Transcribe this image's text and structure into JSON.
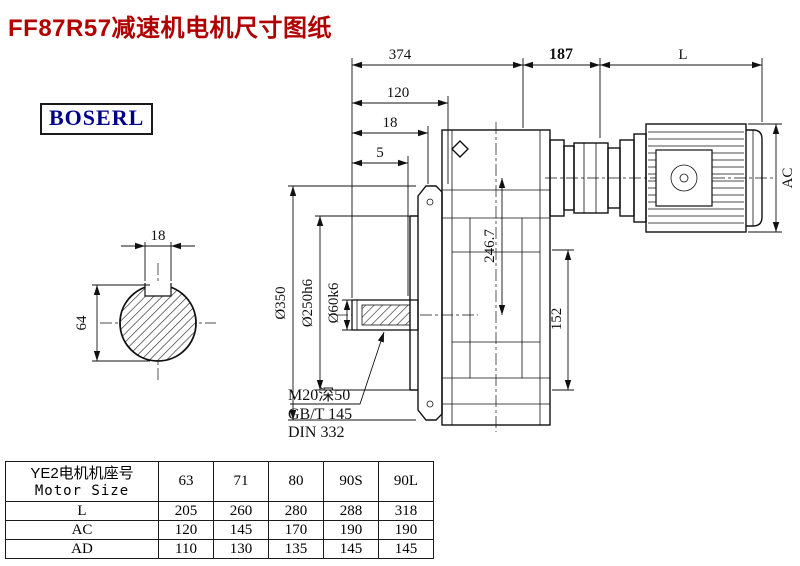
{
  "page": {
    "title": "FF87R57减速机电机尺寸图纸",
    "logo": "BOSERL"
  },
  "colors": {
    "title-red": "#b00000",
    "logo-blue": "#00008b"
  },
  "dims": {
    "top_374": "374",
    "top_187": "187",
    "top_L": "L",
    "left_120": "120",
    "left_18": "18",
    "left_5": "5",
    "ac": "AC",
    "v_246": "246.7",
    "v_152": "152",
    "dia_350": "Ø350",
    "dia_250": "Ø250h6",
    "dia_60": "Ø60k6",
    "shaft_key_width": "18",
    "shaft_height": "64",
    "thread_line1": "M20深50",
    "thread_line2": "GB/T 145",
    "thread_line3": "DIN 332"
  },
  "table": {
    "header_cn": "YE2电机机座号",
    "header_en": "Motor Size",
    "columns": [
      "63",
      "71",
      "80",
      "90S",
      "90L"
    ],
    "rows": [
      {
        "label": "L",
        "values": [
          "205",
          "260",
          "280",
          "288",
          "318"
        ]
      },
      {
        "label": "AC",
        "values": [
          "120",
          "145",
          "170",
          "190",
          "190"
        ]
      },
      {
        "label": "AD",
        "values": [
          "110",
          "130",
          "135",
          "145",
          "145"
        ]
      }
    ]
  }
}
